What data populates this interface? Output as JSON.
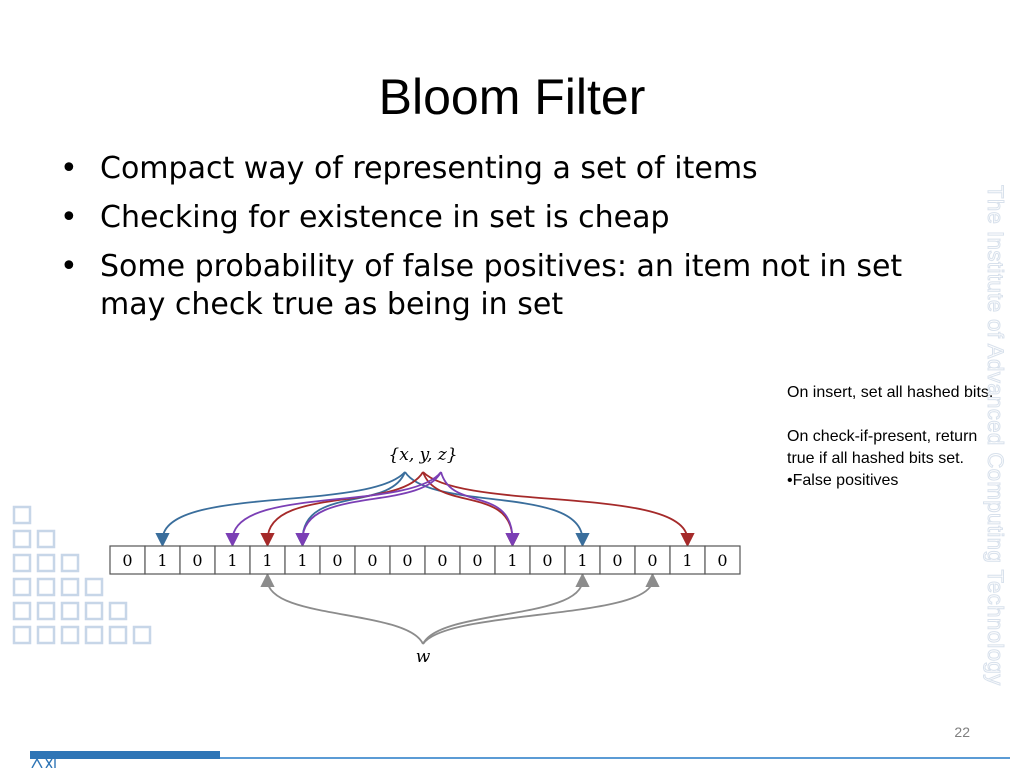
{
  "slide": {
    "title": "Bloom Filter",
    "bullet_symbol": "•",
    "bullets": [
      "Compact way of representing a set of items",
      "Checking for existence in set is cheap",
      "Some probability of false positives: an item not in set may check true as being in set"
    ],
    "note": {
      "line1": "On insert, set all hashed bits.",
      "line2": "On check-if-present, return true if all hashed bits set.",
      "line3": "•False positives"
    },
    "watermark": "The Institute of Advanced Computing Technology",
    "page_number": "22"
  },
  "diagram": {
    "set_label": "{x, y, z}",
    "query_label": "w",
    "bits": [
      "0",
      "1",
      "0",
      "1",
      "1",
      "1",
      "0",
      "0",
      "0",
      "0",
      "0",
      "1",
      "0",
      "1",
      "0",
      "0",
      "1",
      "0"
    ],
    "colors": {
      "x": "#3a6e9c",
      "y": "#a52a2a",
      "z": "#7b3fb5",
      "w": "#8c8c8c"
    },
    "hash_targets": {
      "x": [
        1,
        5,
        13
      ],
      "y": [
        4,
        11,
        16
      ],
      "z": [
        3,
        5,
        11
      ]
    },
    "query_targets": [
      4,
      13,
      15
    ]
  },
  "theme": {
    "accent": "#2e75b6",
    "rule": "#5b9bd5",
    "square_outline": "#c7d6e8"
  }
}
